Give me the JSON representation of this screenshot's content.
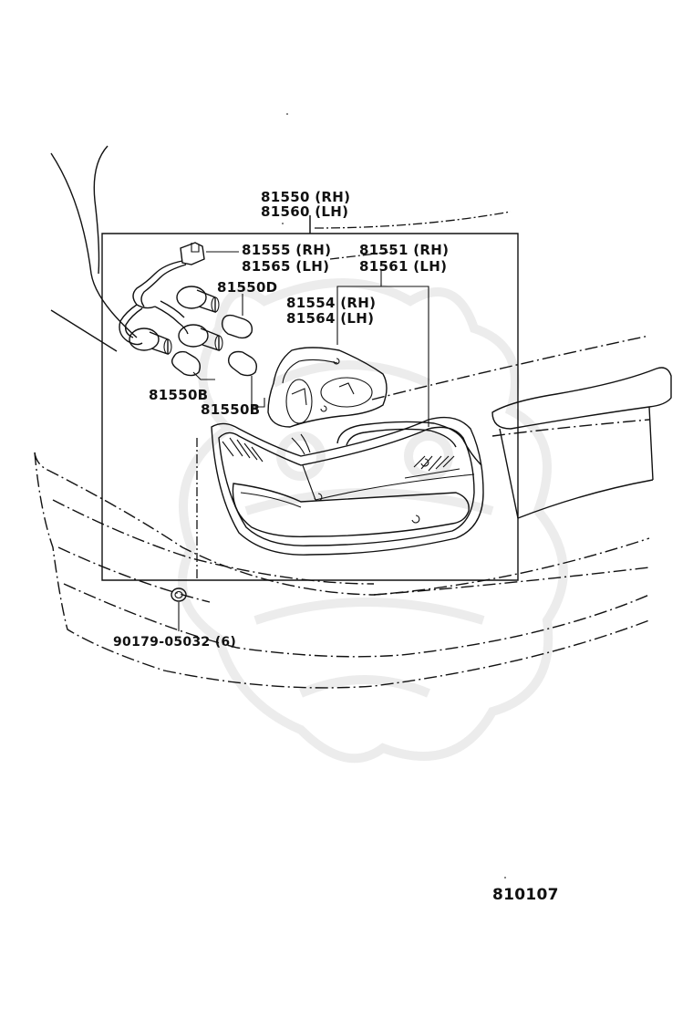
{
  "diagram": {
    "callouts": {
      "assembly_rh": "81550 (RH)",
      "assembly_lh": "81560 (LH)",
      "socket_rh": "81555 (RH)",
      "socket_lh": "81565 (LH)",
      "lens_rh": "81551 (RH)",
      "lens_lh": "81561 (LH)",
      "gasket_rh": "81554 (RH)",
      "gasket_lh": "81564 (LH)",
      "bulb_d": "81550D",
      "bulb_b_left": "81550B",
      "bulb_b_right": "81550B",
      "nut": "90179-05032 (6)"
    },
    "figure_number": "810107"
  }
}
